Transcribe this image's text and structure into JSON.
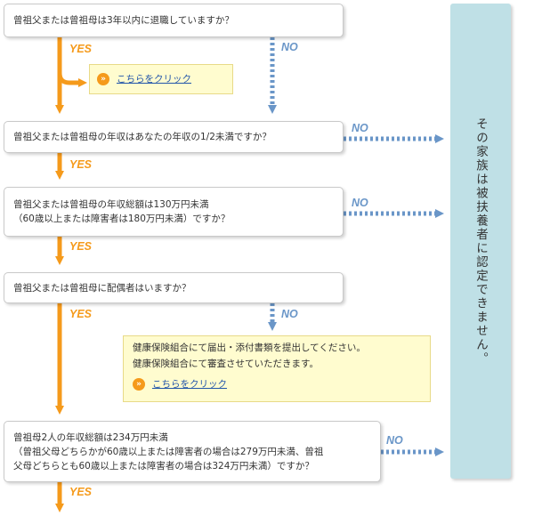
{
  "questions": [
    {
      "lines": [
        "曾祖父または曾祖母は3年以内に退職していますか？"
      ]
    },
    {
      "lines": [
        "曾祖父または曾祖母の年収はあなたの年収の1/2未満ですか？"
      ]
    },
    {
      "lines": [
        "曾祖父または曾祖母の年収総額は130万円未満",
        "（60歳以上または障害者は180万円未満）ですか？"
      ]
    },
    {
      "lines": [
        "曾祖父または曾祖母に配偶者はいますか？"
      ]
    },
    {
      "lines": [
        "曾祖母2人の年収総額は234万円未満",
        "（曾祖父母どちらかが60歳以上または障害者の場合は279万円未満、曾祖",
        "父母どちらとも60歳以上または障害者の場合は324万円未満）ですか？"
      ]
    }
  ],
  "labels": {
    "yes": "YES",
    "no": "NO"
  },
  "link_text": "こちらをクリック",
  "note": {
    "lines": [
      "健康保険組合にて届出・添付書類を提出してください。",
      "健康保険組合にて審査させていただきます。"
    ]
  },
  "sidebar_text": "その家族は被扶養者に認定できません。",
  "colors": {
    "yes_arrow": "#f59a1b",
    "no_arrow": "#6a96c8",
    "note_bg": "#fffccf",
    "sidebar_bg": "#bfe0e6"
  }
}
